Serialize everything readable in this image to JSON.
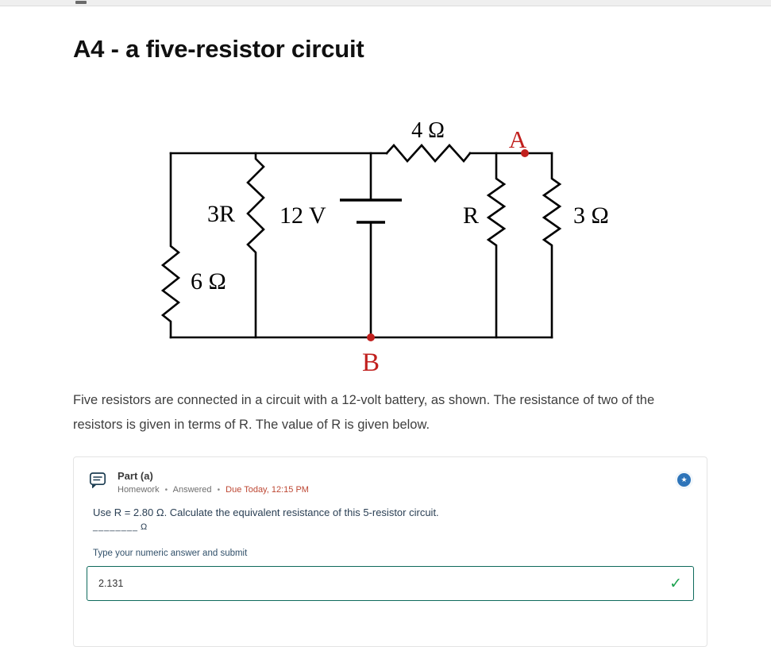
{
  "page": {
    "title": "A4 - a five-resistor circuit",
    "description_line1": "Five resistors are connected in a circuit with a 12-volt battery, as shown. The resistance of two of the",
    "description_line2": "resistors is given in terms of R. The value of R is given below."
  },
  "circuit": {
    "labels": {
      "top_resistor": "4 Ω",
      "node_a": "A",
      "left_resistor": "3R",
      "battery": "12 V",
      "middle_resistor": "R",
      "right_resistor": "3 Ω",
      "bottom_left_resistor": "6 Ω",
      "node_b": "B"
    },
    "colors": {
      "wire": "#000000",
      "node": "#c1201e"
    }
  },
  "part_a": {
    "title": "Part (a)",
    "meta": {
      "type": "Homework",
      "status": "Answered",
      "due": "Due Today, 12:15 PM",
      "separator": "•"
    },
    "badge_star": "★",
    "question": "Use R = 2.80 Ω. Calculate the equivalent resistance of this 5-resistor circuit.",
    "blank": "________",
    "unit": "Ω",
    "instruction": "Type your numeric answer and submit",
    "answer": {
      "value": "2.131",
      "check": "✓"
    }
  }
}
